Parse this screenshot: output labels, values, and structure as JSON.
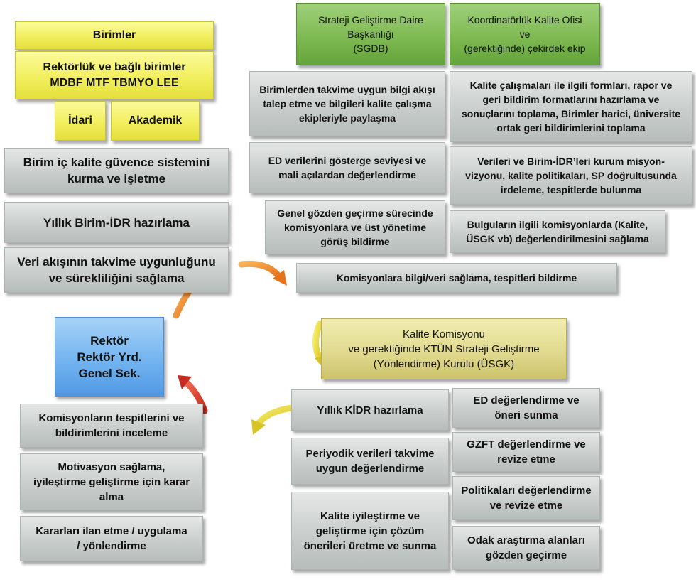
{
  "birimler": {
    "title": "Birimler",
    "units": "Rektörlük ve bağlı birimler\nMDBF  MTF   TBMYO   LEE",
    "idari": "İdari",
    "akademik": "Akademik"
  },
  "left_tasks": [
    "Birim iç kalite güvence sistemini\nkurma ve işletme",
    "Yıllık Birim-İDR hazırlama",
    "Veri akışının takvime uygunluğunu\nve sürekliliğini sağlama"
  ],
  "sgdb": {
    "title": "Strateji Geliştirme Daire\nBaşkanlığı\n(SGDB)",
    "tasks": [
      "Birimlerden takvime uygun bilgi akışı\ntalep etme ve bilgileri kalite çalışma\nekipleriyle paylaşma",
      "ED verilerini gösterge seviyesi ve\nmali açılardan değerlendirme",
      "Genel gözden geçirme sürecinde\nkomisyonlara ve üst yönetime\ngörüş bildirme"
    ]
  },
  "kko": {
    "title": "Koordinatörlük Kalite Ofisi\nve\n(gerektiğinde) çekirdek ekip",
    "tasks": [
      "Kalite çalışmaları ile ilgili formları, rapor ve\ngeri bildirim formatlarını hazırlama ve\nsonuçlarını toplama, Birimler harici, üniversite\nortak geri bildirimlerini toplama",
      "Verileri ve Birim-İDR’leri kurum misyon-\nvizyonu, kalite politikaları, SP doğrultusunda\nirdeleme, tespitlerde bulunma",
      "Bulguların ilgili komisyonlarda (Kalite,\nÜSGK vb) değerlendirilmesini sağlama"
    ]
  },
  "komisyon_bilgi": "Komisyonlara bilgi/veri sağlama, tespitleri bildirme",
  "kalite_komisyonu": "Kalite Komisyonu\nve gerektiğinde KTÜN Strateji Geliştirme\n(Yönlendirme) Kurulu (ÜSGK)",
  "komisyon_tasks_left": [
    "Yıllık KİDR hazırlama",
    "Periyodik verileri takvime\nuygun değerlendirme",
    "Kalite iyileştirme ve\ngeliştirme için çözüm\nönerileri üretme ve sunma"
  ],
  "komisyon_tasks_right": [
    "ED değerlendirme ve\nöneri sunma",
    "GZFT değerlendirme ve\nrevize etme",
    "Politikaları değerlendirme\nve revize etme",
    "Odak araştırma alanları\ngözden geçirme"
  ],
  "rektor": "Rektör\nRektör Yrd.\nGenel Sek.",
  "rektor_tasks": [
    "Komisyonların tespitlerini ve\nbildirimlerini inceleme",
    "Motivasyon sağlama,\niyileştirme geliştirme için karar\nalma",
    "Kararları ilan etme / uygulama\n/ yönlendirme"
  ],
  "colors": {
    "yellow": "#f2ef5e",
    "green": "#7cb84f",
    "blue": "#6fb1ef",
    "tan": "#dfd88c",
    "gray": "#c9cecc",
    "arrow_orange": "#ef8a2a",
    "arrow_red": "#d9322a",
    "arrow_yellow": "#e8d832"
  }
}
